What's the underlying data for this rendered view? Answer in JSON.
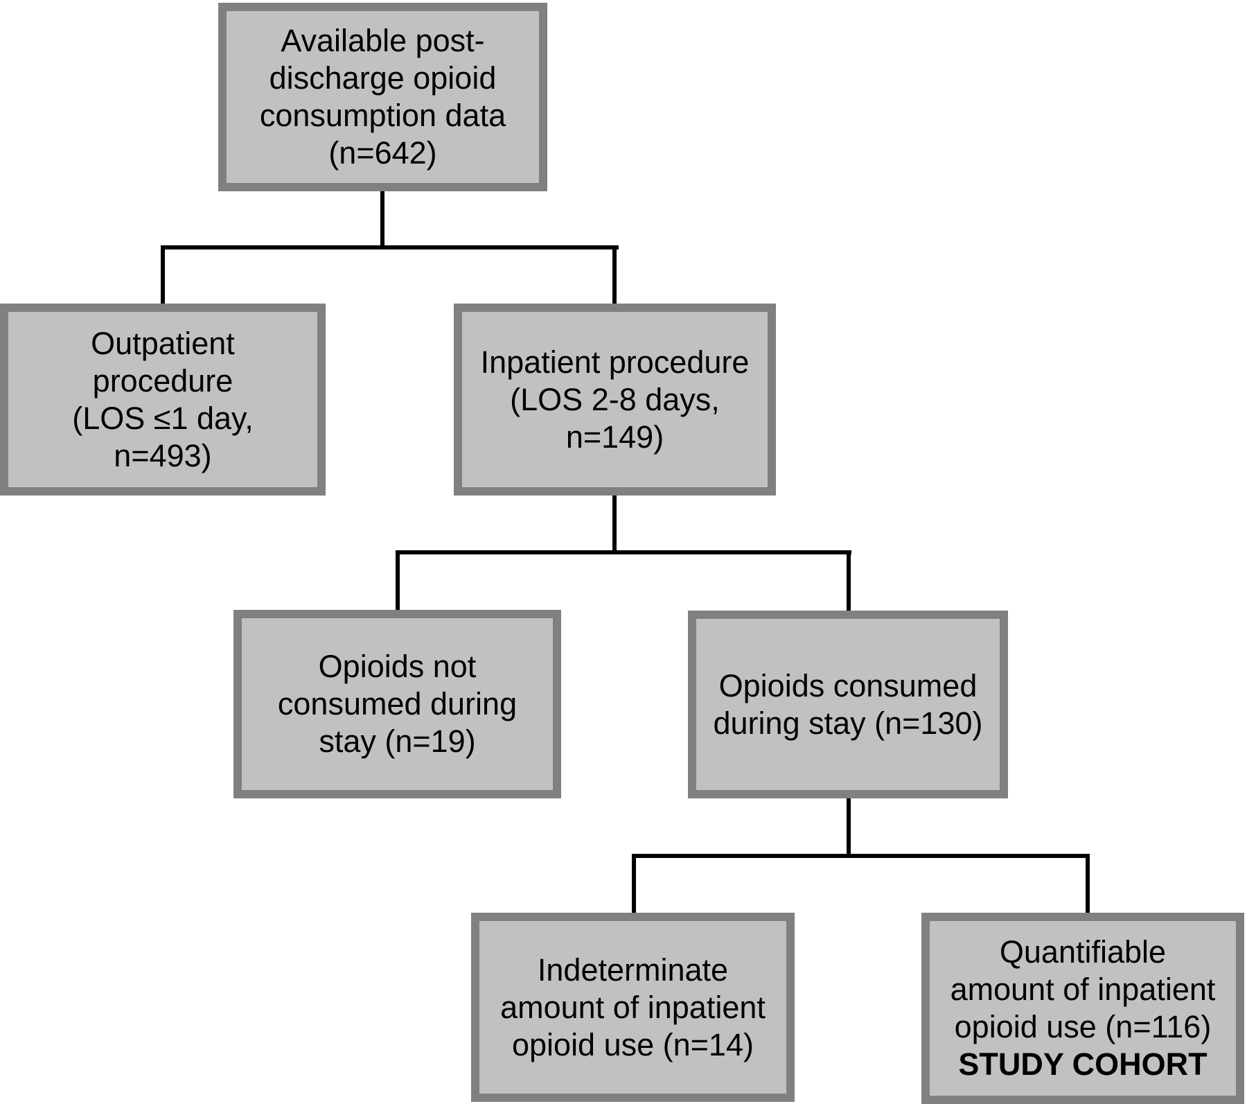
{
  "colors": {
    "box_fill": "#c1c1c1",
    "box_border": "#808080",
    "connector": "#000000",
    "text": "#000000",
    "background": "#ffffff"
  },
  "boxes": {
    "available": {
      "text": "Available post-\ndischarge opioid\nconsumption data\n(n=642)"
    },
    "outpatient": {
      "text": "Outpatient\nprocedure\n(LOS ≤1 day,\nn=493)"
    },
    "inpatient": {
      "text": "Inpatient procedure\n(LOS 2-8 days,\nn=149)"
    },
    "not_consumed": {
      "text": "Opioids not\nconsumed during\nstay (n=19)"
    },
    "consumed": {
      "text": "Opioids consumed\nduring stay (n=130)"
    },
    "indeterminate": {
      "text": "Indeterminate\namount of inpatient\nopioid use (n=14)"
    },
    "quantifiable": {
      "text": "Quantifiable\namount of inpatient\nopioid use (n=116)",
      "emphasis": "STUDY COHORT"
    }
  }
}
